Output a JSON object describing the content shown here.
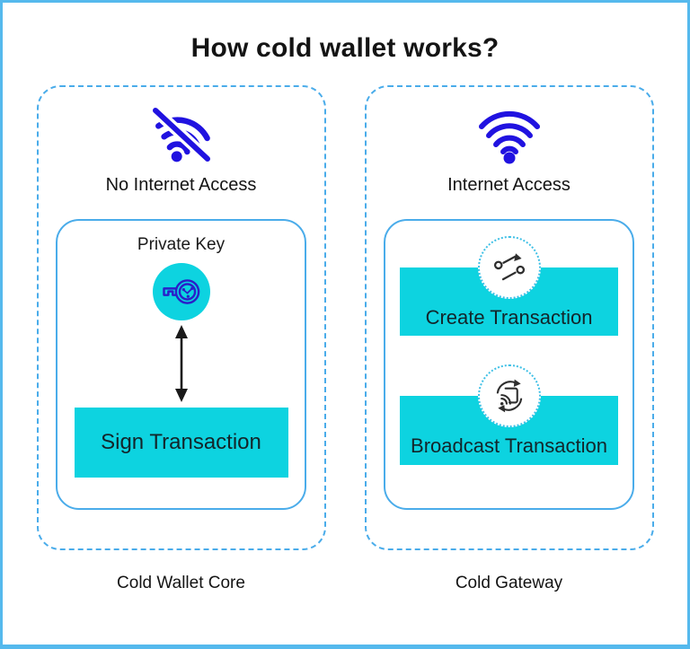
{
  "title": "How cold wallet works?",
  "colors": {
    "accent_cyan": "#0dd3e0",
    "wifi_blue": "#2012e0",
    "dashed_border_blue": "#4aacea",
    "frame_border_blue": "#55b9ed",
    "text_dark": "#1a1a1a"
  },
  "left_panel": {
    "status_icon": "wifi-off-icon",
    "status_label": "No Internet Access",
    "private_key_label": "Private Key",
    "key_icon": "key-icon",
    "arrow_icon": "double-arrow-icon",
    "sign_label": "Sign Transaction",
    "caption": "Cold Wallet Core"
  },
  "right_panel": {
    "status_icon": "wifi-icon",
    "status_label": "Internet Access",
    "steps": [
      {
        "icon": "transaction-icon",
        "label": "Create Transaction"
      },
      {
        "icon": "broadcast-icon",
        "label": "Broadcast Transaction"
      }
    ],
    "caption": "Cold Gateway"
  }
}
